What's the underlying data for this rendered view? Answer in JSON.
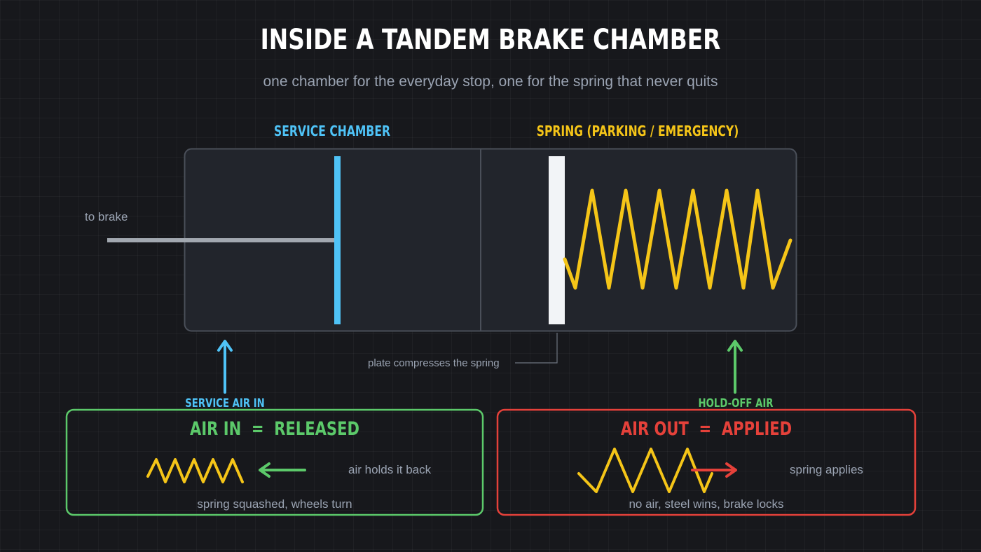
{
  "title": "INSIDE A TANDEM BRAKE CHAMBER",
  "subtitle": "one chamber for the everyday stop, one for the spring that never quits",
  "service_chamber": {
    "label": "SERVICE CHAMBER"
  },
  "spring_chamber": {
    "label": "SPRING (PARKING / EMERGENCY)"
  },
  "pushrod": {
    "label": "to brake"
  },
  "plate_note": "plate compresses the spring",
  "service_air": {
    "label": "SERVICE AIR IN"
  },
  "holdoff_air": {
    "label": "HOLD-OFF AIR"
  },
  "released_panel": {
    "title_left": "AIR IN",
    "title_eq": "=",
    "title_right": "RELEASED",
    "arrow_note": "air holds it back",
    "caption": "spring squashed, wheels turn"
  },
  "applied_panel": {
    "title_left": "AIR OUT",
    "title_eq": "=",
    "title_right": "APPLIED",
    "arrow_note": "spring applies",
    "caption": "no air, steel wins, brake locks"
  },
  "colors": {
    "background": "#17181c",
    "service_blue": "#4fc3f7",
    "spring_yellow": "#f5c518",
    "released_green": "#5cc96a",
    "applied_red": "#e5413a",
    "plate_white": "#f2f4f7",
    "pushrod_gray": "#a2a8b0"
  },
  "icons": {
    "service_air_arrow": "arrow-up-icon",
    "holdoff_air_arrow": "arrow-up-icon",
    "released_arrow": "arrow-left-icon",
    "applied_arrow": "arrow-right-icon",
    "spring": "zigzag-spring-icon"
  }
}
